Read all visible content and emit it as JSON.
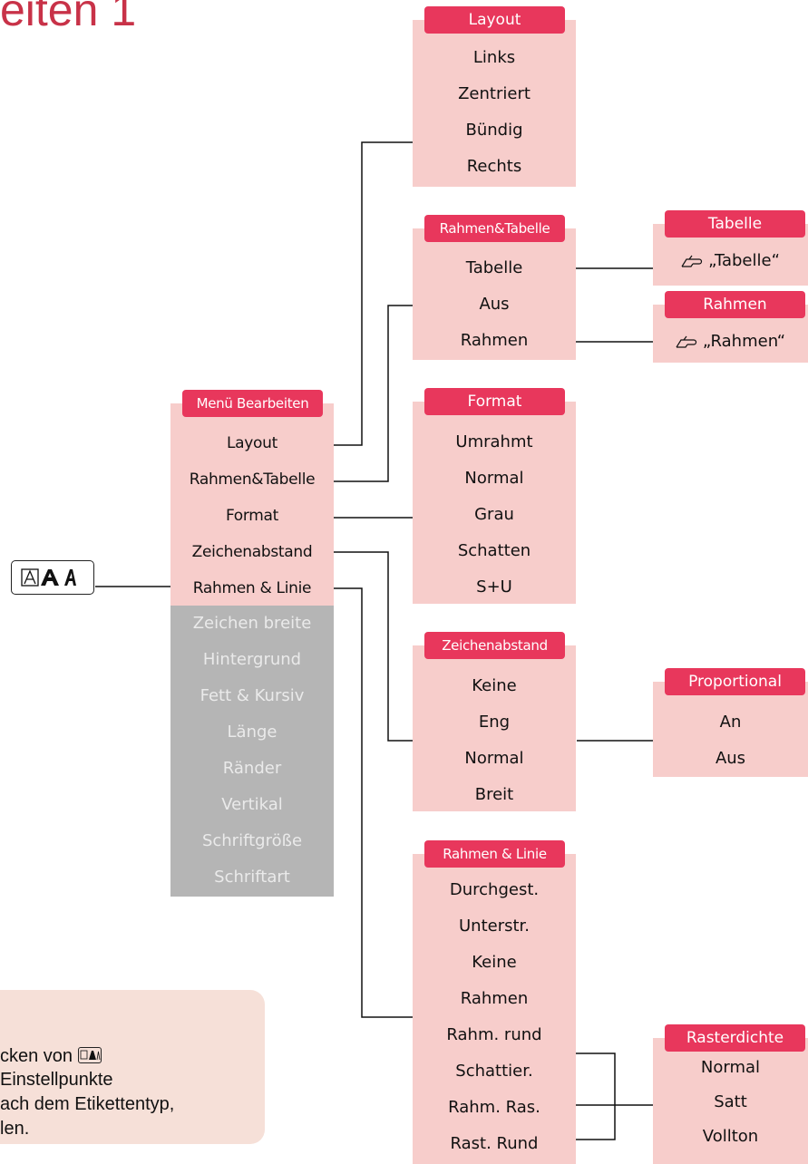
{
  "page_title": "eiten 1",
  "note": {
    "lines": [
      "cken von",
      "Einstellpunkte",
      "ach dem Etikettentyp,",
      "len."
    ],
    "key_icon": "style-key-icon"
  },
  "key_button": {
    "icon": "style-key-icon"
  },
  "menu": {
    "title": "Menü Bearbeiten",
    "items": [
      "Layout",
      "Rahmen&Tabelle",
      "Format",
      "Zeichenabstand",
      "Rahmen & Linie"
    ],
    "disabled_items": [
      "Zeichen breite",
      "Hintergrund",
      "Fett & Kursiv",
      "Länge",
      "Ränder",
      "Vertikal",
      "Schriftgröße",
      "Schriftart"
    ]
  },
  "layout": {
    "title": "Layout",
    "items": [
      "Links",
      "Zentriert",
      "Bündig",
      "Rechts"
    ]
  },
  "frame_table": {
    "title": "Rahmen&Tabelle",
    "items": [
      "Tabelle",
      "Aus",
      "Rahmen"
    ]
  },
  "table_ref": {
    "title": "Tabelle",
    "ref": "„Tabelle“",
    "icon": "hand-pointer-icon"
  },
  "frame_ref": {
    "title": "Rahmen",
    "ref": "„Rahmen“",
    "icon": "hand-pointer-icon"
  },
  "format": {
    "title": "Format",
    "items": [
      "Umrahmt",
      "Normal",
      "Grau",
      "Schatten",
      "S+U"
    ]
  },
  "spacing": {
    "title": "Zeichenabstand",
    "items": [
      "Keine",
      "Eng",
      "Normal",
      "Breit"
    ]
  },
  "proportional": {
    "title": "Proportional",
    "items": [
      "An",
      "Aus"
    ]
  },
  "frame_line": {
    "title": "Rahmen & Linie",
    "items": [
      "Durchgest.",
      "Unterstr.",
      "Keine",
      "Rahmen",
      "Rahm. rund",
      "Schattier.",
      "Rahm. Ras.",
      "Rast. Rund"
    ]
  },
  "raster": {
    "title": "Rasterdichte",
    "items": [
      "Normal",
      "Satt",
      "Vollton"
    ]
  },
  "colors": {
    "header": "#e8375c",
    "panel": "#f7cdcb",
    "disabled": "#b5b5b5",
    "title": "#c83248"
  }
}
